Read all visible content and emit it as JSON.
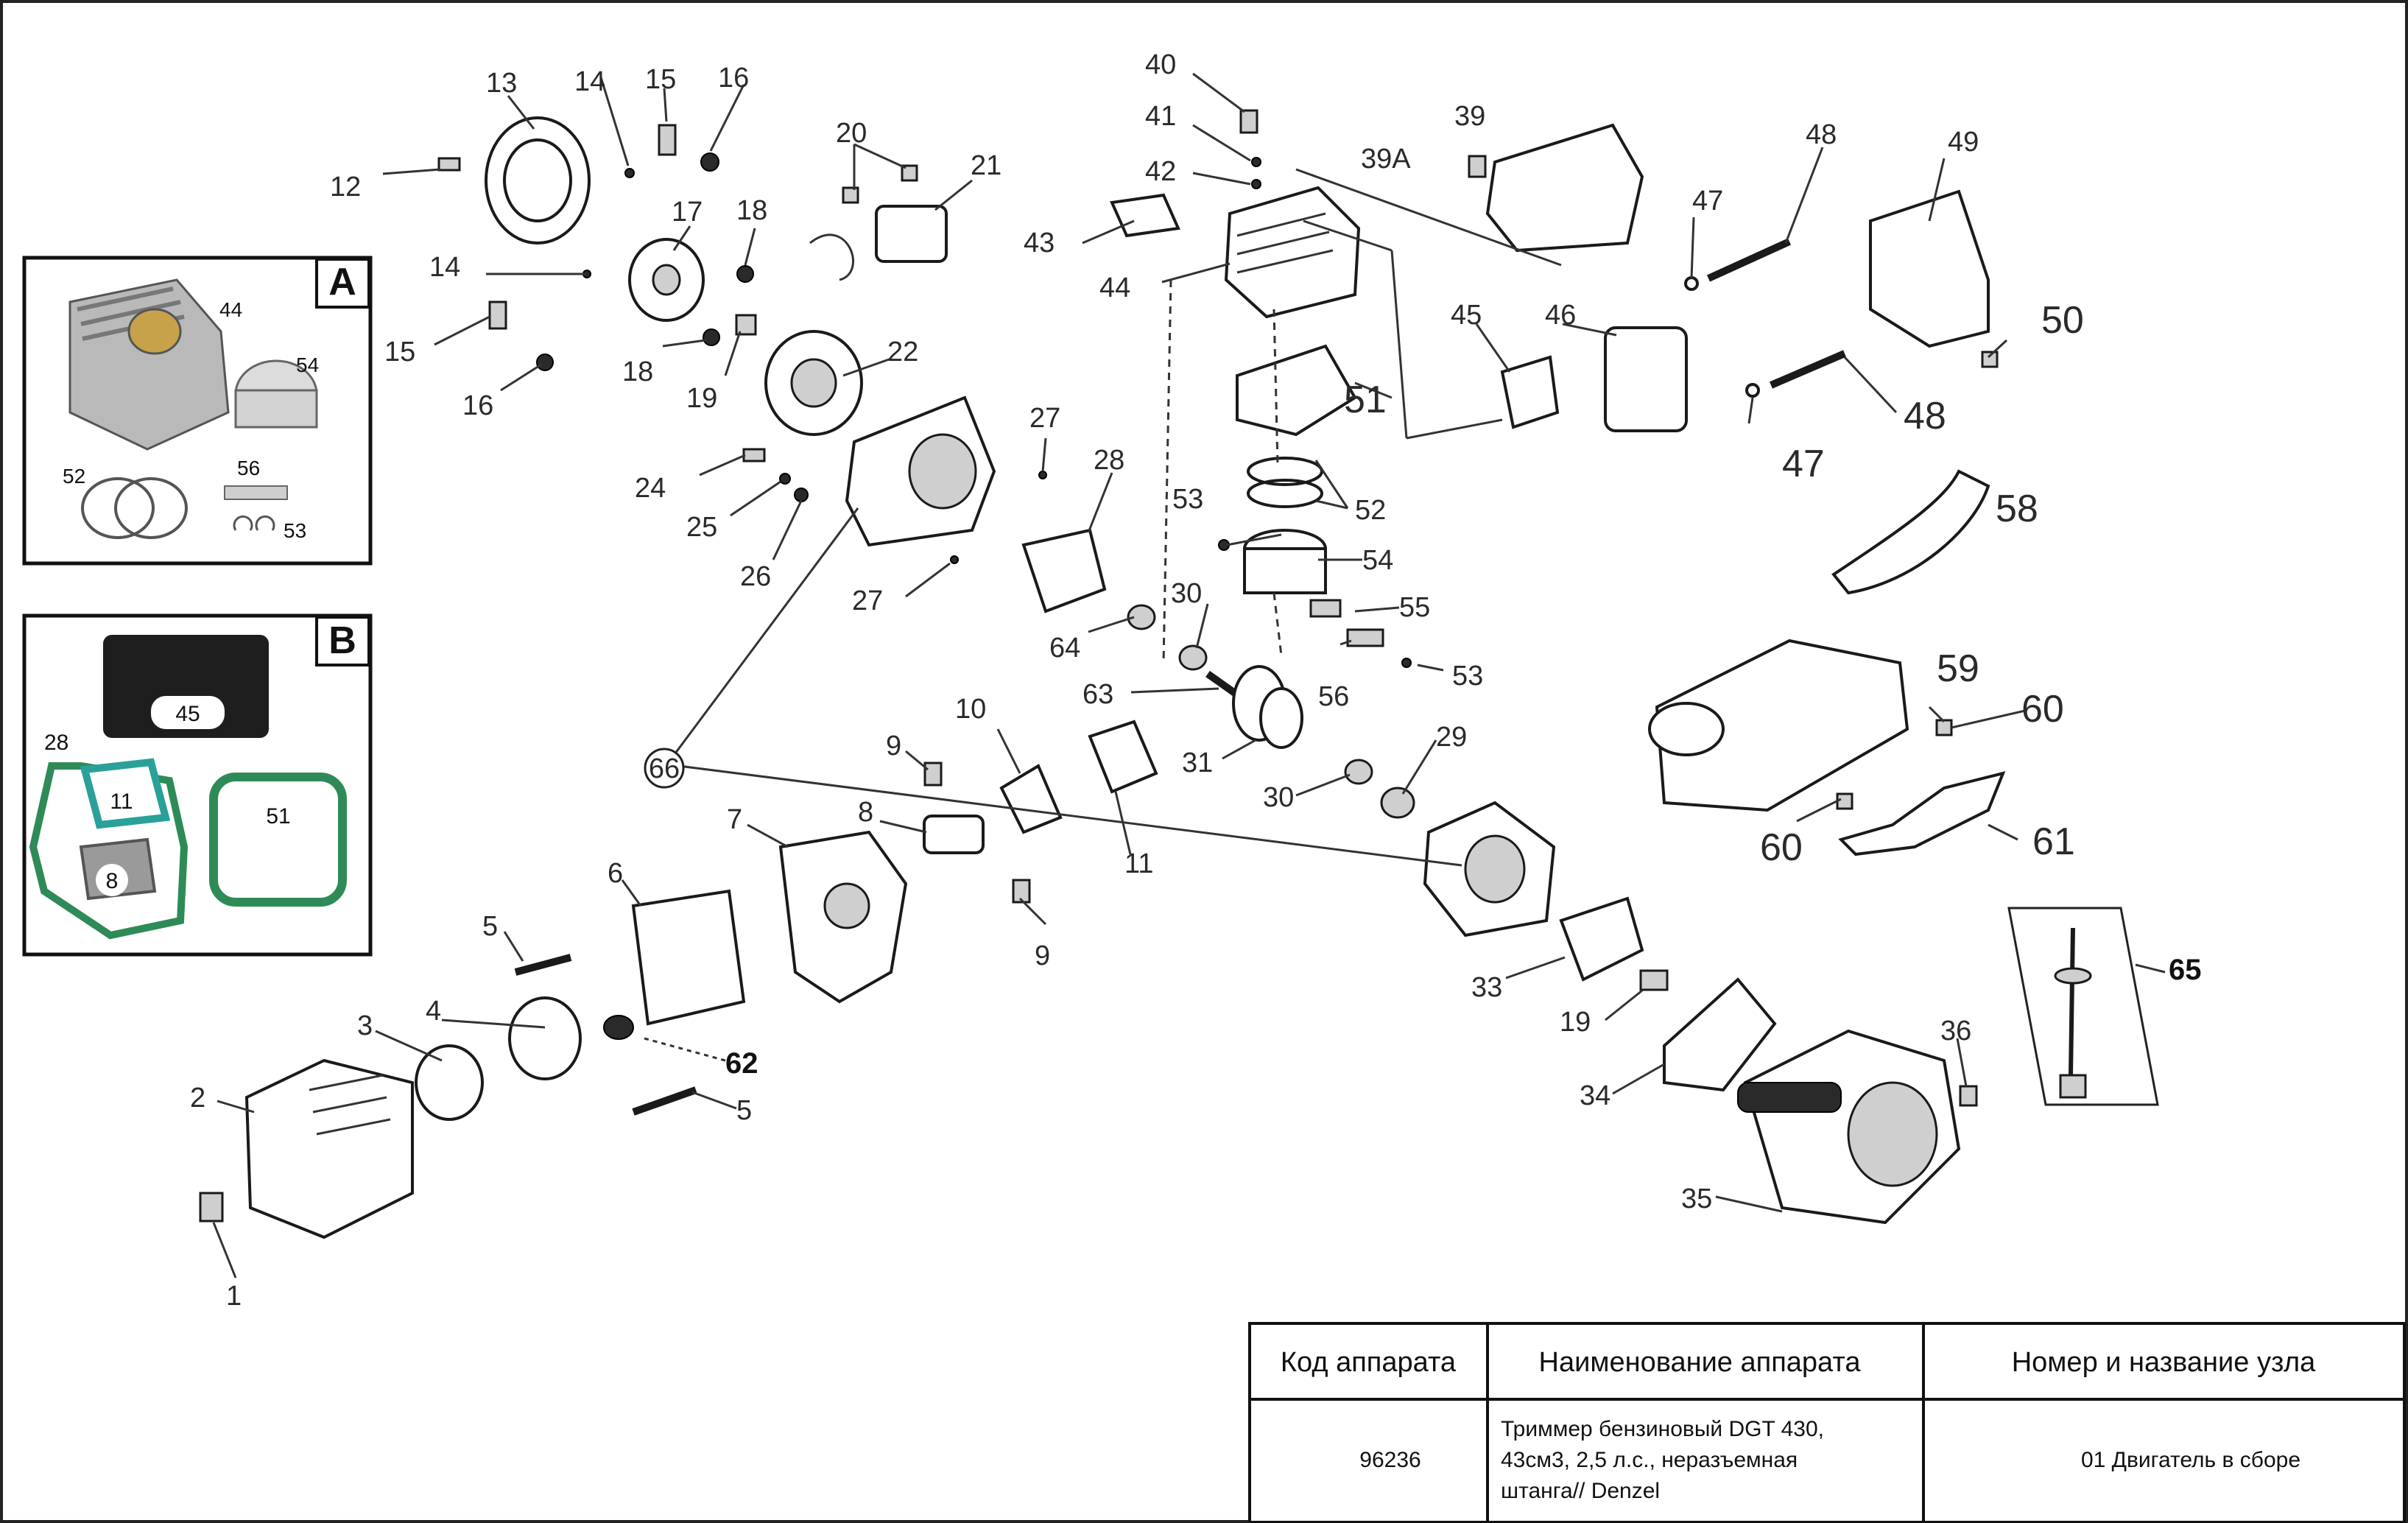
{
  "callouts": {
    "n1": "1",
    "n2": "2",
    "n3": "3",
    "n4": "4",
    "n5a": "5",
    "n5b": "5",
    "n6": "6",
    "n7": "7",
    "n8": "8",
    "n9a": "9",
    "n9b": "9",
    "n10": "10",
    "n11": "11",
    "n12": "12",
    "n13": "13",
    "n14a": "14",
    "n14b": "14",
    "n15a": "15",
    "n15b": "15",
    "n16a": "16",
    "n16b": "16",
    "n17": "17",
    "n18a": "18",
    "n18b": "18",
    "n19a": "19",
    "n19b": "19",
    "n20": "20",
    "n21": "21",
    "n22": "22",
    "n24": "24",
    "n25": "25",
    "n26": "26",
    "n27a": "27",
    "n27b": "27",
    "n28": "28",
    "n29": "29",
    "n30a": "30",
    "n30b": "30",
    "n31": "31",
    "n33": "33",
    "n34": "34",
    "n35": "35",
    "n36": "36",
    "n39": "39",
    "n39a": "39A",
    "n40": "40",
    "n41": "41",
    "n42": "42",
    "n43": "43",
    "n44": "44",
    "n45": "45",
    "n46": "46",
    "n47a": "47",
    "n47b": "47",
    "n48a": "48",
    "n48b": "48",
    "n49": "49",
    "n50": "50",
    "n51": "51",
    "n52": "52",
    "n53a": "53",
    "n53b": "53",
    "n54": "54",
    "n55": "55",
    "n56": "56",
    "n58": "58",
    "n59": "59",
    "n60a": "60",
    "n60b": "60",
    "n61": "61",
    "n62": "62",
    "n63": "63",
    "n64": "64",
    "n65": "65",
    "n66": "66"
  },
  "inset_a": {
    "letter": "A",
    "labels": {
      "l44": "44",
      "l54": "54",
      "l52": "52",
      "l56": "56",
      "l53": "53"
    }
  },
  "inset_b": {
    "letter": "B",
    "labels": {
      "l45": "45",
      "l28": "28",
      "l11": "11",
      "l51": "51",
      "l8": "8"
    }
  },
  "table": {
    "headers": {
      "code": "Код аппарата",
      "name": "Наименование аппарата",
      "node": "Номер и название узла"
    },
    "row": {
      "code": "96236",
      "name_line1": "Триммер бензиновый DGT 430,",
      "name_line2": "43см3, 2,5 л.с., неразъемная",
      "name_line3": "штанга// Denzel",
      "node": "01 Двигатель в сборе"
    }
  }
}
